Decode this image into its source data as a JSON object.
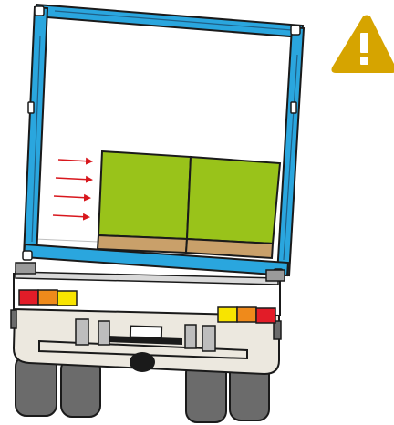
{
  "illustration": {
    "subject": "truck-rear-cargo-load-shift",
    "icons": [
      "warning-icon",
      "force-arrow-icon"
    ],
    "arrow_count": 4,
    "pallet_count": 2,
    "colors": {
      "frame": "#2aa6de",
      "frame_outline": "#1f5f86",
      "cargo": "#99c31a",
      "pallet": "#c9a06a",
      "arrow": "#d8171d",
      "warning": "#d6a400",
      "bumper": "#ece8df",
      "tire": "#6b6b6b",
      "light_red": "#e21c28",
      "light_orange": "#ef8a1b",
      "light_yellow": "#f8e400",
      "outline": "#1a1a1a"
    }
  }
}
